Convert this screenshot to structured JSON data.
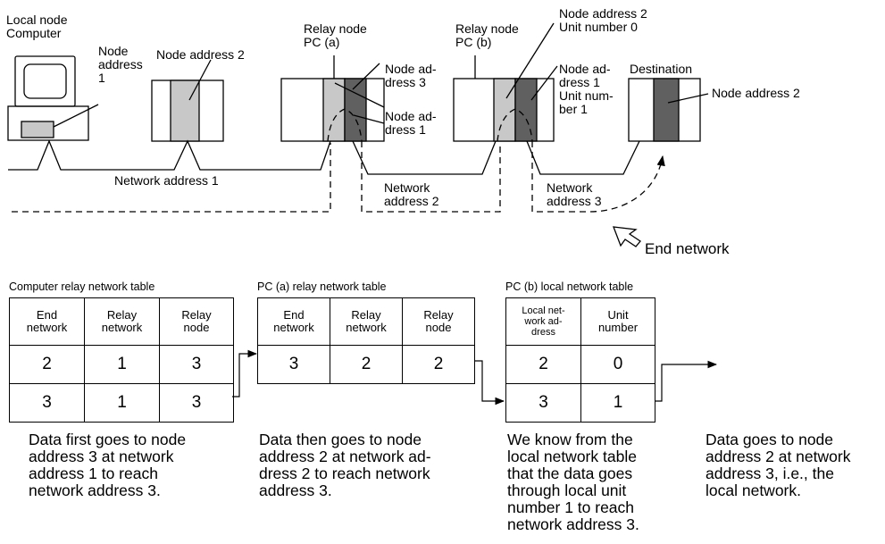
{
  "top": {
    "local_node": [
      "Local node",
      "Computer"
    ],
    "node_address_1_label": [
      "Node",
      "address",
      "1"
    ],
    "node_address_2_left": "Node address 2",
    "relay_a": [
      "Relay node",
      "PC (a)"
    ],
    "relay_a_addr3": [
      "Node ad-",
      "dress 3"
    ],
    "relay_a_addr1": [
      "Node ad-",
      "dress 1"
    ],
    "relay_b": [
      "Relay node",
      "PC (b)"
    ],
    "relay_b_top": [
      "Node address 2",
      "Unit number 0"
    ],
    "relay_b_addr1": [
      "Node ad-",
      "dress 1",
      "Unit num-",
      "ber 1"
    ],
    "destination": "Destination",
    "dest_addr": "Node address 2",
    "network1": "Network address 1",
    "network2": [
      "Network",
      "address 2"
    ],
    "network3": [
      "Network",
      "address 3"
    ],
    "end_network": "End network"
  },
  "tables": {
    "computer": {
      "caption": "Computer relay network table",
      "headers": [
        [
          "End",
          "network"
        ],
        [
          "Relay",
          "network"
        ],
        [
          "Relay",
          "node"
        ]
      ],
      "rows": [
        [
          "2",
          "1",
          "3"
        ],
        [
          "3",
          "1",
          "3"
        ]
      ]
    },
    "pca": {
      "caption": "PC (a) relay network table",
      "headers": [
        [
          "End",
          "network"
        ],
        [
          "Relay",
          "network"
        ],
        [
          "Relay",
          "node"
        ]
      ],
      "rows": [
        [
          "3",
          "2",
          "2"
        ]
      ]
    },
    "pcb": {
      "caption": "PC (b) local network table",
      "headers": [
        [
          "Local net-",
          "work ad-",
          "dress"
        ],
        [
          "Unit",
          "number"
        ]
      ],
      "rows": [
        [
          "2",
          "0"
        ],
        [
          "3",
          "1"
        ]
      ]
    }
  },
  "notes": [
    [
      "Data first goes to node",
      "address 3 at network",
      "address 1 to reach",
      "network address 3."
    ],
    [
      "Data then goes to node",
      "address 2 at network ad-",
      "dress 2 to reach network",
      "address 3."
    ],
    [
      "We know from the",
      "local network table",
      "that the data goes",
      "through local unit",
      "number 1 to reach",
      "network address 3."
    ],
    [
      "Data goes to node",
      "address 2 at network",
      "address 3, i.e., the",
      "local network."
    ]
  ],
  "colors": {
    "light_unit": "#c8c8c8",
    "dark_unit": "#606060",
    "line": "#000000"
  }
}
